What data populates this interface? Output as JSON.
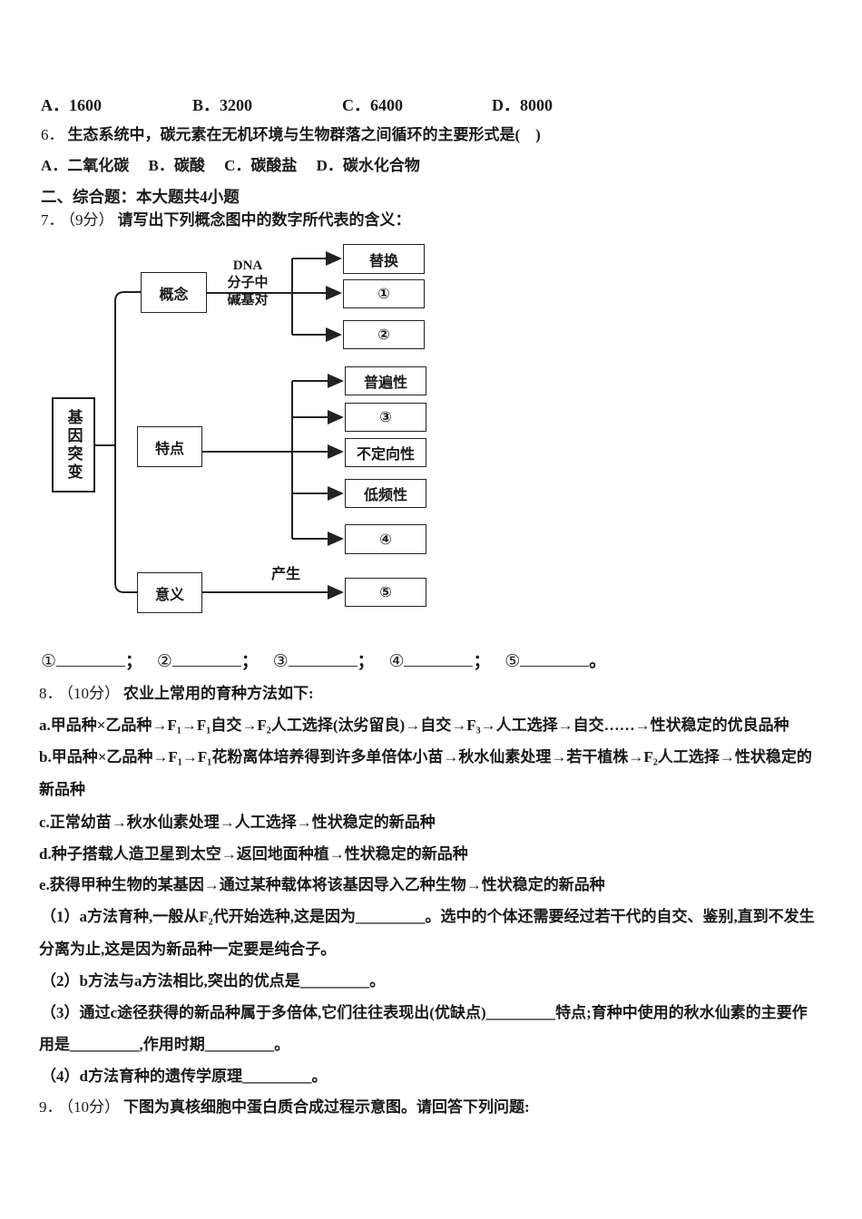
{
  "colors": {
    "page_bg": "#ffffff",
    "ink": "#1a1a1a"
  },
  "q5_options": [
    "A．1600",
    "B．3200",
    "C．6400",
    "D．8000"
  ],
  "q6": {
    "num": "6．",
    "stem": "生态系统中，碳元素在无机环境与生物群落之间循环的主要形式是(　)",
    "options": "A．二氧化碳　 B．碳酸　 C．碳酸盐　 D．碳水化合物"
  },
  "section": {
    "title": "二、综合题：本大题共4小题"
  },
  "q7": {
    "num": "7．",
    "points": "（9分）",
    "stem": "请写出下列概念图中的数字所代表的含义：",
    "diagram": {
      "root": "基因突变",
      "concept": {
        "label": "概念",
        "edge": [
          "DNA",
          "分子中",
          "碱基对"
        ],
        "children": [
          "替换",
          "①",
          "②"
        ]
      },
      "feature": {
        "label": "特点",
        "children": [
          "普遍性",
          "③",
          "不定向性",
          "低频性",
          "④"
        ]
      },
      "meaning": {
        "label": "意义",
        "edge": "产生",
        "children": [
          "⑤"
        ]
      }
    },
    "blanks": {
      "markers": [
        "①",
        "②",
        "③",
        "④",
        "⑤"
      ],
      "seps": [
        "；",
        "；",
        "；",
        "；",
        "。"
      ]
    }
  },
  "q8": {
    "num": "8．",
    "points": "（10分）",
    "stem": "农业上常用的育种方法如下:",
    "method_a": "a.甲品种×乙品种→F₁→F₁自交→F₂人工选择(汰劣留良)→自交→F₃→人工选择→自交……→性状稳定的优良品种",
    "method_b": "b.甲品种×乙品种→F₁→F₁花粉离体培养得到许多单倍体小苗→秋水仙素处理→若干植株→F₂人工选择→性状稳定的",
    "method_b2": "新品种",
    "method_c": "c.正常幼苗→秋水仙素处理→人工选择→性状稳定的新品种",
    "method_d": "d.种子搭载人造卫星到太空→返回地面种植→性状稳定的新品种",
    "method_e": "e.获得甲种生物的某基因→通过某种载体将该基因导入乙种生物→性状稳定的新品种",
    "sub1a": "（1）a方法育种,一般从F₂代开始选种,这是因为_________。选中的个体还需要经过若干代的自交、鉴别,直到不发生",
    "sub1b": "分离为止,这是因为新品种一定要是纯合子。",
    "sub2": "（2）b方法与a方法相比,突出的优点是_________。",
    "sub3a": "（3）通过c途径获得的新品种属于多倍体,它们往往表现出(优缺点)_________特点;育种中使用的秋水仙素的主要作",
    "sub3b": "用是_________,作用时期_________。",
    "sub4": "（4）d方法育种的遗传学原理_________。",
    "q9num": "9．",
    "q9points": "（10分）",
    "q9stem": "下图为真核细胞中蛋白质合成过程示意图。请回答下列问题:"
  }
}
